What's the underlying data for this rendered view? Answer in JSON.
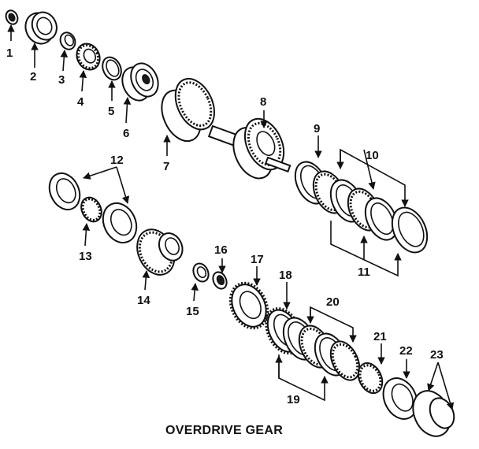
{
  "diagram": {
    "caption": "OVERDRIVE GEAR",
    "callouts": [
      "1",
      "2",
      "3",
      "4",
      "5",
      "6",
      "7",
      "8",
      "9",
      "10",
      "11",
      "12",
      "13",
      "14",
      "15",
      "16",
      "17",
      "18",
      "19",
      "20",
      "21",
      "22",
      "23"
    ]
  }
}
